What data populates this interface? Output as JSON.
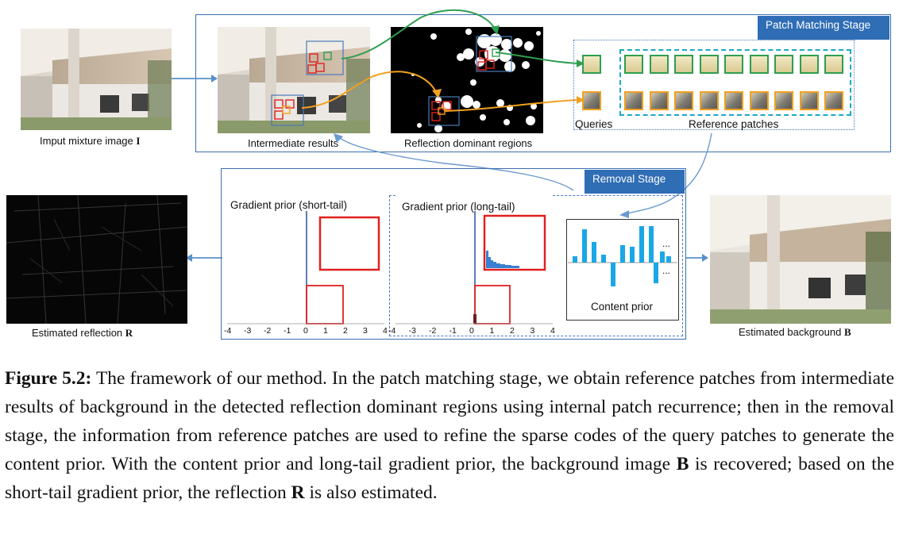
{
  "stages": {
    "patch_matching": "Patch Matching Stage",
    "removal": "Removal Stage"
  },
  "labels": {
    "input": "Imput mixture image",
    "input_symbol": "I",
    "intermediate": "Intermediate results",
    "reflection_regions": "Reflection dominant regions",
    "queries": "Queries",
    "reference_patches": "Reference patches",
    "estimated_reflection": "Estimated reflection",
    "estimated_reflection_symbol": "R",
    "estimated_background": "Estimated background",
    "estimated_background_symbol": "B",
    "gradient_short": "Gradient prior (short-tail)",
    "gradient_long": "Gradient prior (long-tail)",
    "content_prior": "Content prior",
    "ellipsis_top": "...",
    "ellipsis_bottom": "..."
  },
  "axis_ticks_left": [
    "-4",
    "-3",
    "-2",
    "-1",
    "0",
    "1",
    "2",
    "3",
    "4"
  ],
  "axis_ticks_right": [
    "-4",
    "-3",
    "-2",
    "-1",
    "0",
    "1",
    "2",
    "3",
    "4"
  ],
  "colors": {
    "stage_blue": "#2f6db5",
    "query_green": "#2e9e4f",
    "query_orange": "#f0a020",
    "bar_cyan": "#1aa7e6",
    "red_box": "#e02020"
  },
  "caption": {
    "figure_label": "Figure 5.2:",
    "text_1": " The framework of our method. In the patch matching stage, we obtain reference patches from intermediate results of background in the detected reflection dominant regions using internal patch recurrence; then in the removal stage, the information from reference patches are used to refine the sparse codes of the query patches to generate the content prior. With the content prior and long-tail gradient prior, the background image ",
    "symbol_b": "B",
    "text_2": " is recovered; based on the short-tail gradient prior, the reflection ",
    "symbol_r": "R",
    "text_3": " is also estimated."
  }
}
